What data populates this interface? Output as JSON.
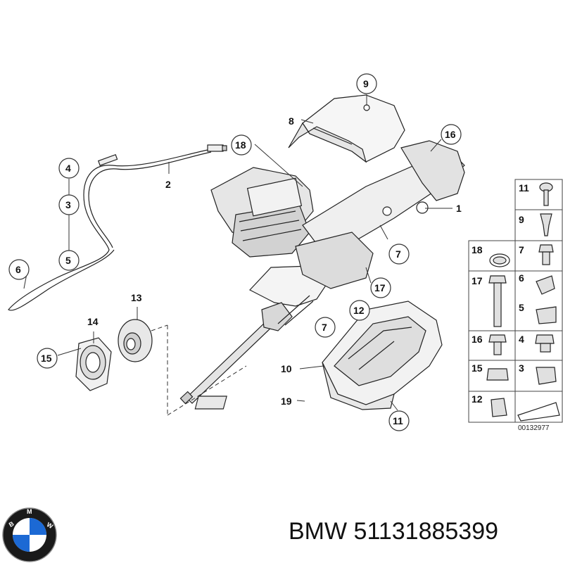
{
  "diagram": {
    "callouts": [
      "1",
      "2",
      "3",
      "4",
      "5",
      "6",
      "7",
      "7",
      "8",
      "9",
      "10",
      "11",
      "12",
      "13",
      "14",
      "15",
      "16",
      "17",
      "18",
      "19"
    ],
    "ref_code": "00132977"
  },
  "legend": {
    "items": [
      "11",
      "9",
      "18",
      "7",
      "17",
      "6",
      "5",
      "16",
      "4",
      "15",
      "3",
      "12"
    ]
  },
  "brand": {
    "name": "BMW",
    "part_number": "51131885399",
    "logo_letters": "BMW",
    "logo_colors": {
      "blue": "#1c69d4",
      "ring": "#1a1a1a",
      "white": "#ffffff"
    }
  }
}
